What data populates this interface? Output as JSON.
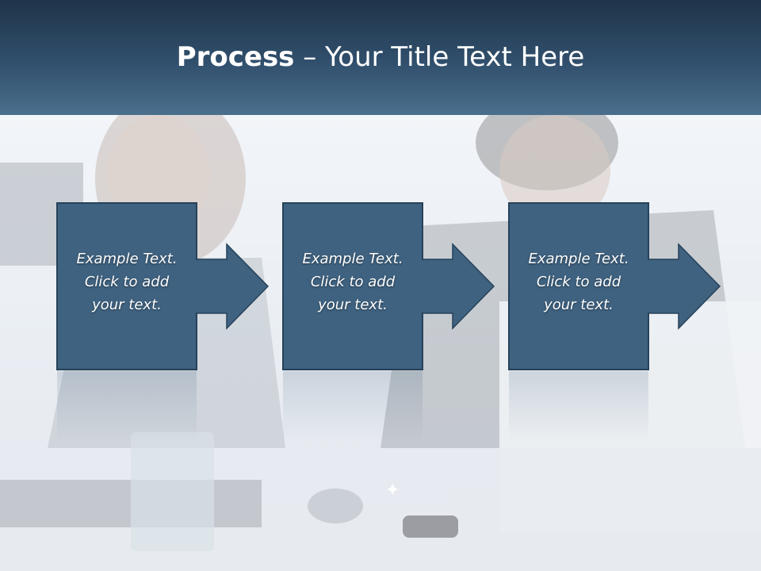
{
  "header": {
    "title_bold": "Process",
    "title_rest": " – Your Title Text Here"
  },
  "steps": [
    {
      "text": "Example Text.\nClick  to add\nyour text."
    },
    {
      "text": "Example Text.\nClick  to add\nyour text."
    },
    {
      "text": "Example Text.\nClick  to add\nyour text."
    }
  ],
  "colors": {
    "header_dark": "#1f3449",
    "header_light": "#4a6f8c",
    "box_fill": "#3f6280",
    "box_stroke": "#27425a"
  }
}
